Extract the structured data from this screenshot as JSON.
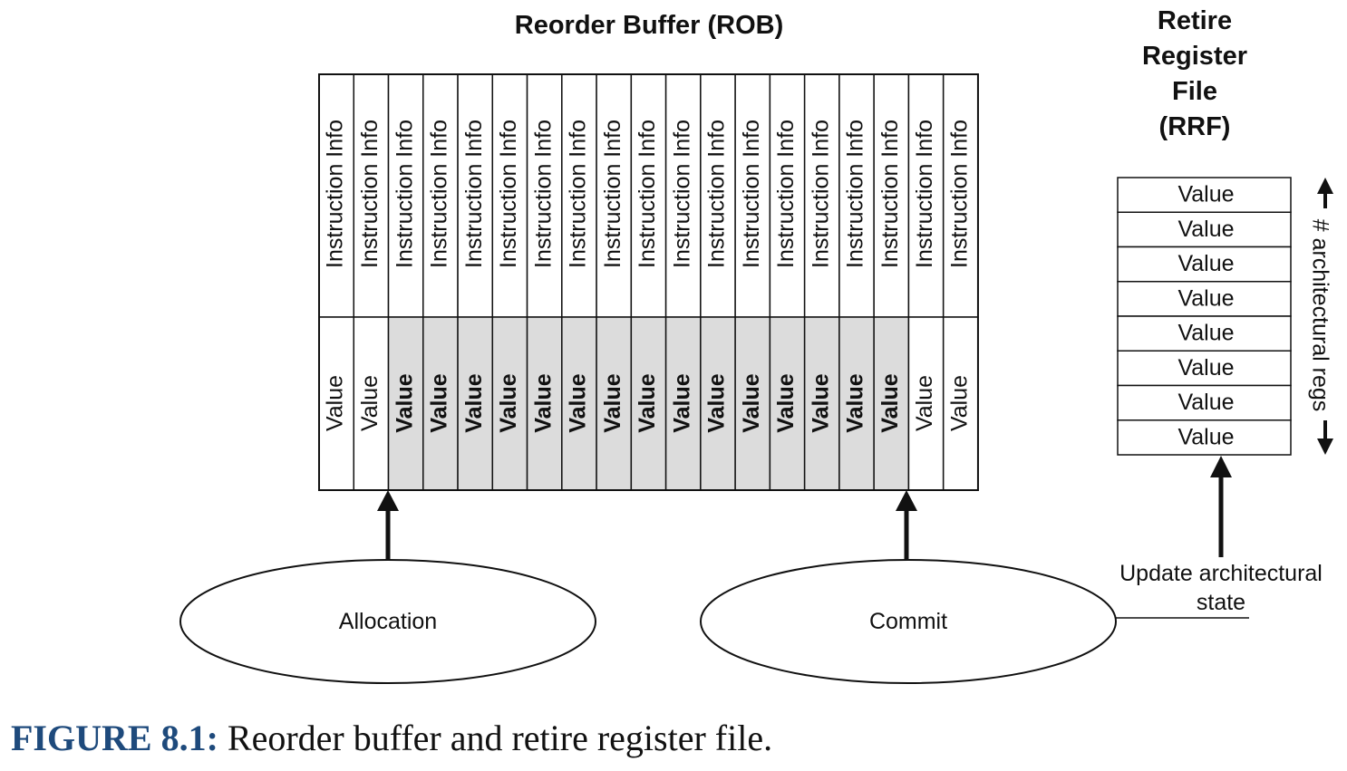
{
  "rob": {
    "title": "Reorder Buffer (ROB)",
    "info_label": "Instruction Info",
    "value_label": "Value",
    "entry_count": 19,
    "shaded_entries": [
      2,
      3,
      4,
      5,
      6,
      7,
      8,
      9,
      10,
      11,
      12,
      13,
      14,
      15,
      16
    ]
  },
  "rrf": {
    "title_lines": [
      "Retire",
      "Register",
      "File",
      "(RRF)"
    ],
    "values": [
      "Value",
      "Value",
      "Value",
      "Value",
      "Value",
      "Value",
      "Value",
      "Value"
    ],
    "size_label": "# architectural regs"
  },
  "stages": {
    "allocation": "Allocation",
    "commit": "Commit",
    "update_lines": [
      "Update architectural",
      "state"
    ]
  },
  "caption": {
    "lead": "FIGURE 8.1:",
    "text": " Reorder buffer and retire register file."
  },
  "colors": {
    "shade": "#dcdcdc",
    "stroke": "#111111",
    "caption_accent": "#1e4a7c"
  }
}
